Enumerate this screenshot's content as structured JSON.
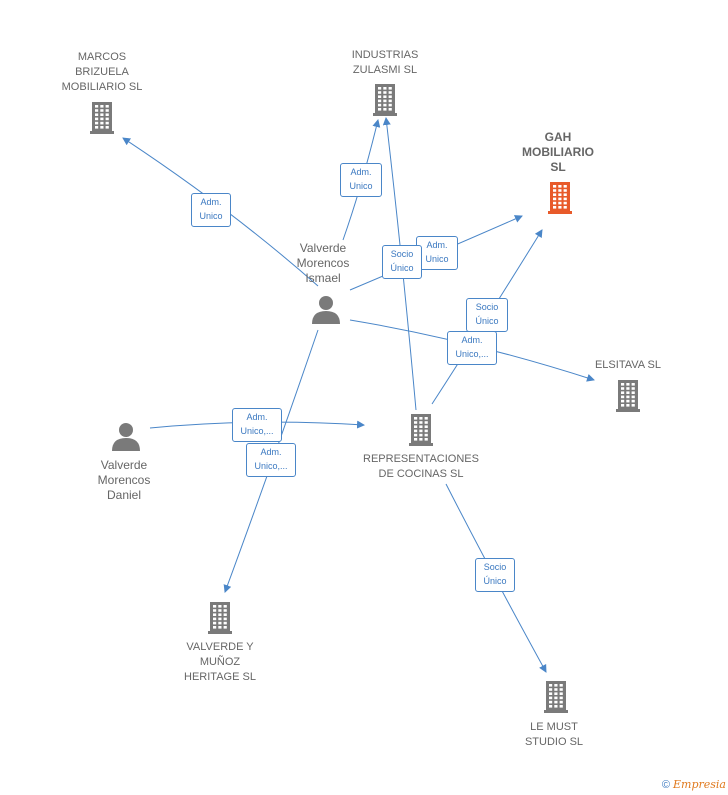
{
  "colors": {
    "edge": "#4a86c8",
    "node_default": "#7a7a7a",
    "node_highlight": "#e85a2a",
    "label": "#666666"
  },
  "nodes": {
    "marcos": {
      "type": "company",
      "icon": "building-icon",
      "label": "MARCOS\nBRIZUELA\nMOBILIARIO SL"
    },
    "industrias": {
      "type": "company",
      "icon": "building-icon",
      "label": "INDUSTRIAS\nZULASMI SL"
    },
    "gah": {
      "type": "company",
      "icon": "building-icon",
      "label": "GAH\nMOBILIARIO\nSL",
      "highlight": true
    },
    "ismael": {
      "type": "person",
      "icon": "person-icon",
      "label": "Valverde\nMorencos\nIsmael"
    },
    "elsitava": {
      "type": "company",
      "icon": "building-icon",
      "label": "ELSITAVA SL"
    },
    "daniel": {
      "type": "person",
      "icon": "person-icon",
      "label": "Valverde\nMorencos\nDaniel"
    },
    "representaciones": {
      "type": "company",
      "icon": "building-icon",
      "label": "REPRESENTACIONES\nDE COCINAS SL"
    },
    "valverde_munoz": {
      "type": "company",
      "icon": "building-icon",
      "label": "VALVERDE Y\nMUÑOZ\nHERITAGE SL"
    },
    "lemust": {
      "type": "company",
      "icon": "building-icon",
      "label": "LE MUST\nSTUDIO SL"
    }
  },
  "edges": [
    {
      "from": "ismael",
      "to": "marcos",
      "label": "Adm.\nUnico"
    },
    {
      "from": "ismael",
      "to": "industrias",
      "label": "Adm.\nUnico"
    },
    {
      "from": "ismael",
      "to": "gah",
      "label": "Adm.\nUnico"
    },
    {
      "from": "ismael",
      "to": "elsitava",
      "label": "Adm.\nUnico,..."
    },
    {
      "from": "ismael",
      "to": "valverde_munoz",
      "label": "Adm.\nUnico,..."
    },
    {
      "from": "representaciones",
      "to": "industrias",
      "label": "Socio\nÚnico"
    },
    {
      "from": "representaciones",
      "to": "gah",
      "label": "Socio\nÚnico"
    },
    {
      "from": "representaciones",
      "to": "lemust",
      "label": "Socio\nÚnico"
    },
    {
      "from": "daniel",
      "to": "representaciones",
      "label": "Adm.\nUnico,..."
    }
  ],
  "footer": {
    "copyright": "©",
    "brand": "Empresia"
  }
}
